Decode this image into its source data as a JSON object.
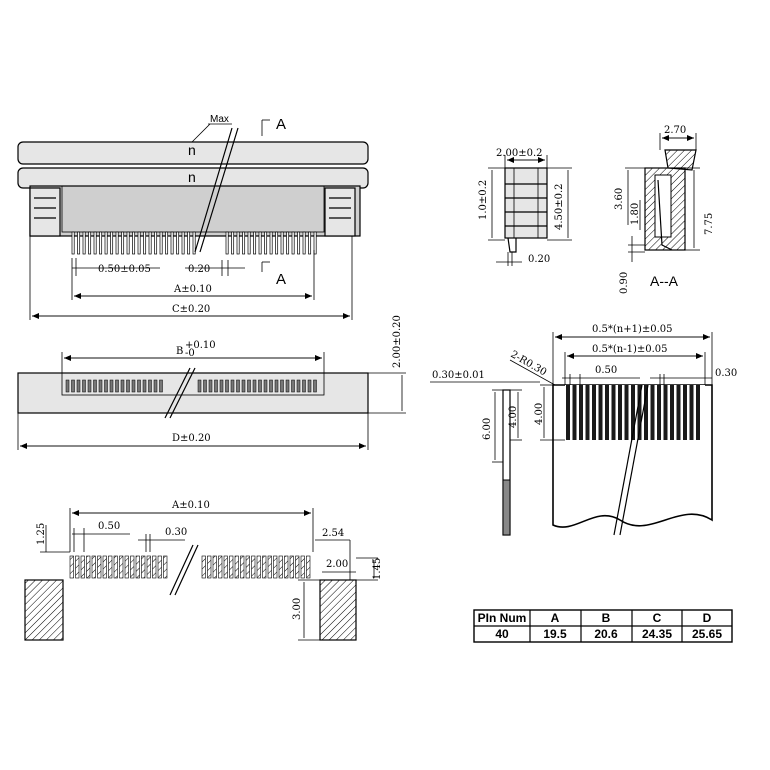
{
  "front_view": {
    "label_max": "Max",
    "label_n_top": "n",
    "label_n_bottom": "n",
    "label_a_top": "A",
    "label_a_bottom": "A",
    "dim_pitch": "0.50±0.05",
    "dim_pin": "0.20",
    "dim_a": "A±0.10",
    "dim_c": "C±0.20"
  },
  "side_view": {
    "dim_width": "2.00±0.2",
    "dim_left_height": "1.0±0.2",
    "dim_right_height": "4.50±0.2",
    "dim_bottom": "0.20"
  },
  "section_view": {
    "dim_top": "2.70",
    "dim_360": "3.60",
    "dim_180": "1.80",
    "dim_775": "7.75",
    "dim_090": "0.90",
    "label": "A--A"
  },
  "top_view": {
    "dim_b": "B",
    "dim_b_tol_upper": "+0.10",
    "dim_b_tol_lower": "-0",
    "dim_d": "D±0.20",
    "dim_height": "2.00±0.20"
  },
  "fpc_view": {
    "dim_thickness": "0.30±0.01",
    "dim_radius": "2-R0.30",
    "dim_outer": "0.5*(n+1)±0.05",
    "dim_inner": "0.5*(n-1)±0.05",
    "dim_pitch": "0.50",
    "dim_edge": "0.30",
    "dim_600": "6.00",
    "dim_400_left": "4.00",
    "dim_400_right": "4.00"
  },
  "pcb_layout": {
    "dim_a": "A±0.10",
    "dim_pitch": "0.50",
    "dim_pad": "0.30",
    "dim_125": "1.25",
    "dim_254": "2.54",
    "dim_200": "2.00",
    "dim_145": "1.45",
    "dim_300": "3.00"
  },
  "table": {
    "headers": [
      "PIn Num",
      "A",
      "B",
      "C",
      "D"
    ],
    "row": [
      "40",
      "19.5",
      "20.6",
      "24.35",
      "25.65"
    ]
  }
}
